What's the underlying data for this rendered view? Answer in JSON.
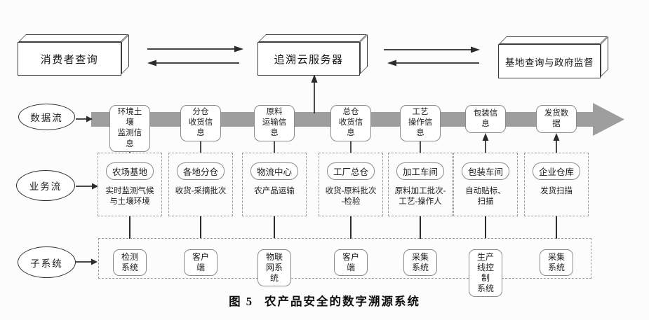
{
  "top_row": {
    "consumer": "消费者查询",
    "cloud": "追溯云服务器",
    "base": "基地查询与政府监督"
  },
  "flows": {
    "data_flow": "数据流",
    "business_flow": "业务流",
    "subsystem": "子系统"
  },
  "columns": [
    {
      "data_label": "环境土壤\n监测信息",
      "business_title": "农场基地",
      "business_desc": "实时监测气候\n与土壤环境",
      "subsystem": "检测系统"
    },
    {
      "data_label": "分仓\n收货信息",
      "business_title": "各地分仓",
      "business_desc": "收货-采摘批次",
      "subsystem": "客户端"
    },
    {
      "data_label": "原料\n运输信息",
      "business_title": "物流中心",
      "business_desc": "农产品运输",
      "subsystem": "物联网系统"
    },
    {
      "data_label": "总仓\n收货信息",
      "business_title": "工厂总仓",
      "business_desc": "收货-原料批次\n-检验",
      "subsystem": "客户端"
    },
    {
      "data_label": "工艺\n操作信息",
      "business_title": "加工车间",
      "business_desc": "原料加工批次-\n工艺-操作人",
      "subsystem": "采集系统"
    },
    {
      "data_label": "包装信息",
      "business_title": "包装车间",
      "business_desc": "自动贴标、\n扫描",
      "subsystem": "生产线控制\n系统"
    },
    {
      "data_label": "发货数据",
      "business_title": "企业仓库",
      "business_desc": "发货扫描",
      "subsystem": "采集系统"
    }
  ],
  "caption": {
    "prefix": "图 5",
    "title": "农产品安全的数字溯源系统"
  },
  "colors": {
    "band": "#9e9e9e",
    "line": "#2b2b2b",
    "border": "#8b8b8b",
    "dash": "#9b9b9b"
  }
}
